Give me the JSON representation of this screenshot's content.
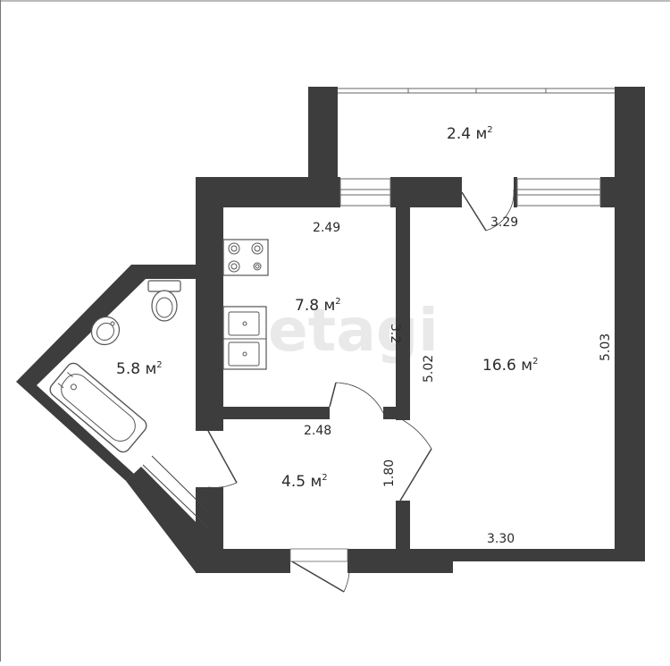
{
  "rooms": {
    "balcony": {
      "area": "2.4 м",
      "sup": "2"
    },
    "kitchen": {
      "area": "7.8 м",
      "sup": "2"
    },
    "bathroom": {
      "area": "5.8 м",
      "sup": "2"
    },
    "hallway": {
      "area": "4.5 м",
      "sup": "2"
    },
    "living": {
      "area": "16.6 м",
      "sup": "2"
    }
  },
  "dimensions": {
    "kitchen_width": "2.49",
    "kitchen_depth": "3.2",
    "hallway_width": "2.48",
    "hallway_depth": "1.80",
    "living_top_width": "3.29",
    "living_bottom_width": "3.30",
    "living_left_depth": "5.02",
    "living_right_depth": "5.03"
  },
  "watermark": "etagi",
  "colors": {
    "wall": "#3d3d3d",
    "fixture": "#555555",
    "background": "#ffffff"
  }
}
